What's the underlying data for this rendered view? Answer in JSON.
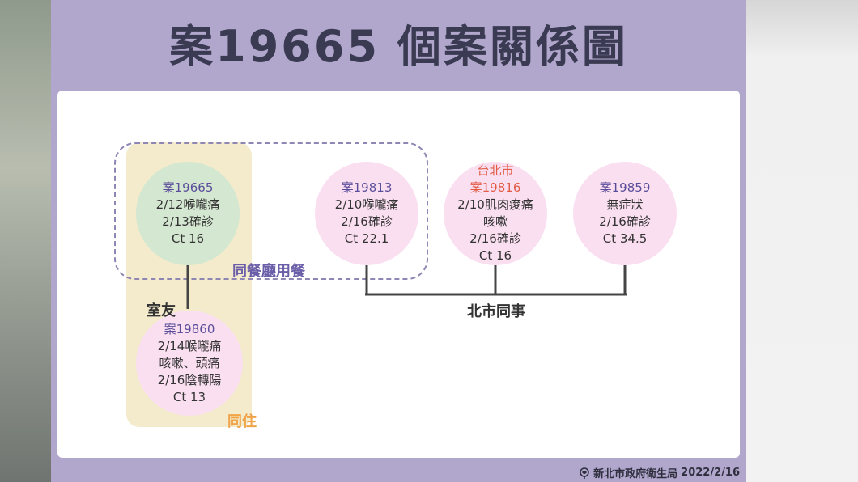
{
  "title": "案19665 個案關係圖",
  "cases": {
    "c19665": {
      "id": "案19665",
      "lines": [
        "2/12喉嚨痛",
        "2/13確診",
        "Ct 16"
      ]
    },
    "c19813": {
      "id": "案19813",
      "lines": [
        "2/10喉嚨痛",
        "2/16確診",
        "Ct 22.1"
      ]
    },
    "c19816": {
      "city": "台北市",
      "id": "案19816",
      "lines": [
        "2/10肌肉痠痛",
        "咳嗽",
        "2/16確診",
        "Ct 16"
      ]
    },
    "c19859": {
      "id": "案19859",
      "lines": [
        "無症狀",
        "2/16確診",
        "Ct 34.5"
      ]
    },
    "c19860": {
      "id": "案19860",
      "lines": [
        "2/14喉嚨痛",
        "咳嗽、頭痛",
        "2/16陰轉陽",
        "Ct 13"
      ]
    }
  },
  "labels": {
    "restaurant": "同餐廳用餐",
    "roommate": "室友",
    "colleagues": "北市同事",
    "cohabit": "同住"
  },
  "footer": {
    "org": "新北市政府衛生局",
    "date": "2022/2/16"
  },
  "colors": {
    "slide_bg": "#b1a7cc",
    "title": "#3a3b52",
    "case_id": "#5a4e9a",
    "city": "#e25c45",
    "restaurant_label": "#6b5ea8",
    "cohabit_label": "#f0a44a",
    "circle_green": "#d4e7d0",
    "circle_pink": "#fadff1",
    "cohabit_box": "#f3ebcc"
  }
}
